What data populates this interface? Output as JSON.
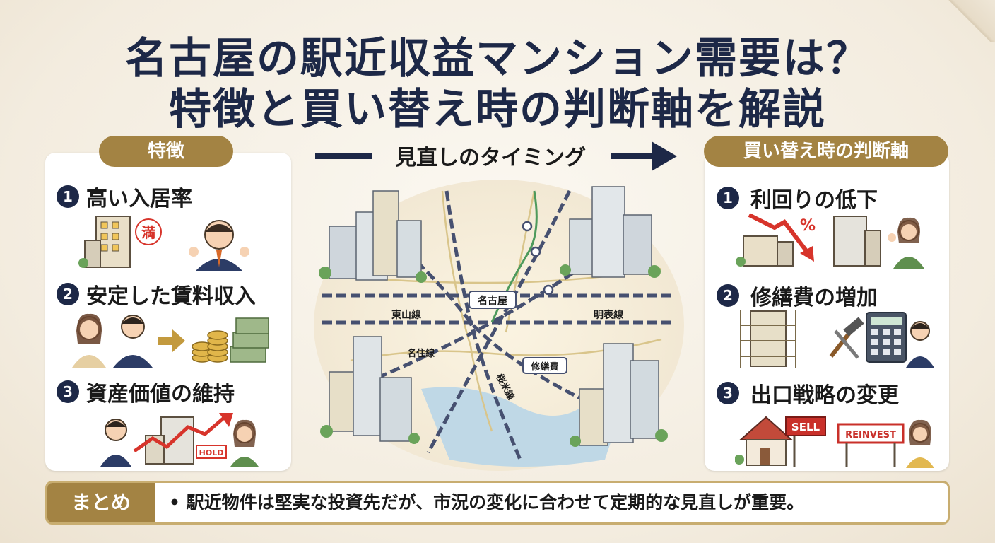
{
  "title": {
    "line1": "名古屋の駅近収益マンション需要は？",
    "line2": "特徴と買い替え時の判断軸を解説"
  },
  "features": {
    "label": "特徴",
    "items": [
      {
        "num": "1",
        "text": "高い入居率",
        "badge": "満"
      },
      {
        "num": "2",
        "text": "安定した賃料収入"
      },
      {
        "num": "3",
        "text": "資産価値の維持",
        "sign": "HOLD"
      }
    ]
  },
  "timing": {
    "label": "見直しのタイミング"
  },
  "map": {
    "station": "名古屋",
    "lines": [
      "東山線",
      "明表線",
      "名住線",
      "修繕費",
      "桜米線"
    ]
  },
  "criteria": {
    "label": "買い替え時の判断軸",
    "items": [
      {
        "num": "1",
        "text": "利回りの低下",
        "mark": "%"
      },
      {
        "num": "2",
        "text": "修繕費の増加"
      },
      {
        "num": "3",
        "text": "出口戦略の変更",
        "sign1": "SELL",
        "sign2": "REINVEST"
      }
    ]
  },
  "summary": {
    "label": "まとめ",
    "text": "• 駅近物件は堅実な投資先だが、市況の変化に合わせて定期的な見直しが重要。"
  },
  "colors": {
    "navy": "#1d2847",
    "gold": "#a38343",
    "red": "#d7342b"
  }
}
